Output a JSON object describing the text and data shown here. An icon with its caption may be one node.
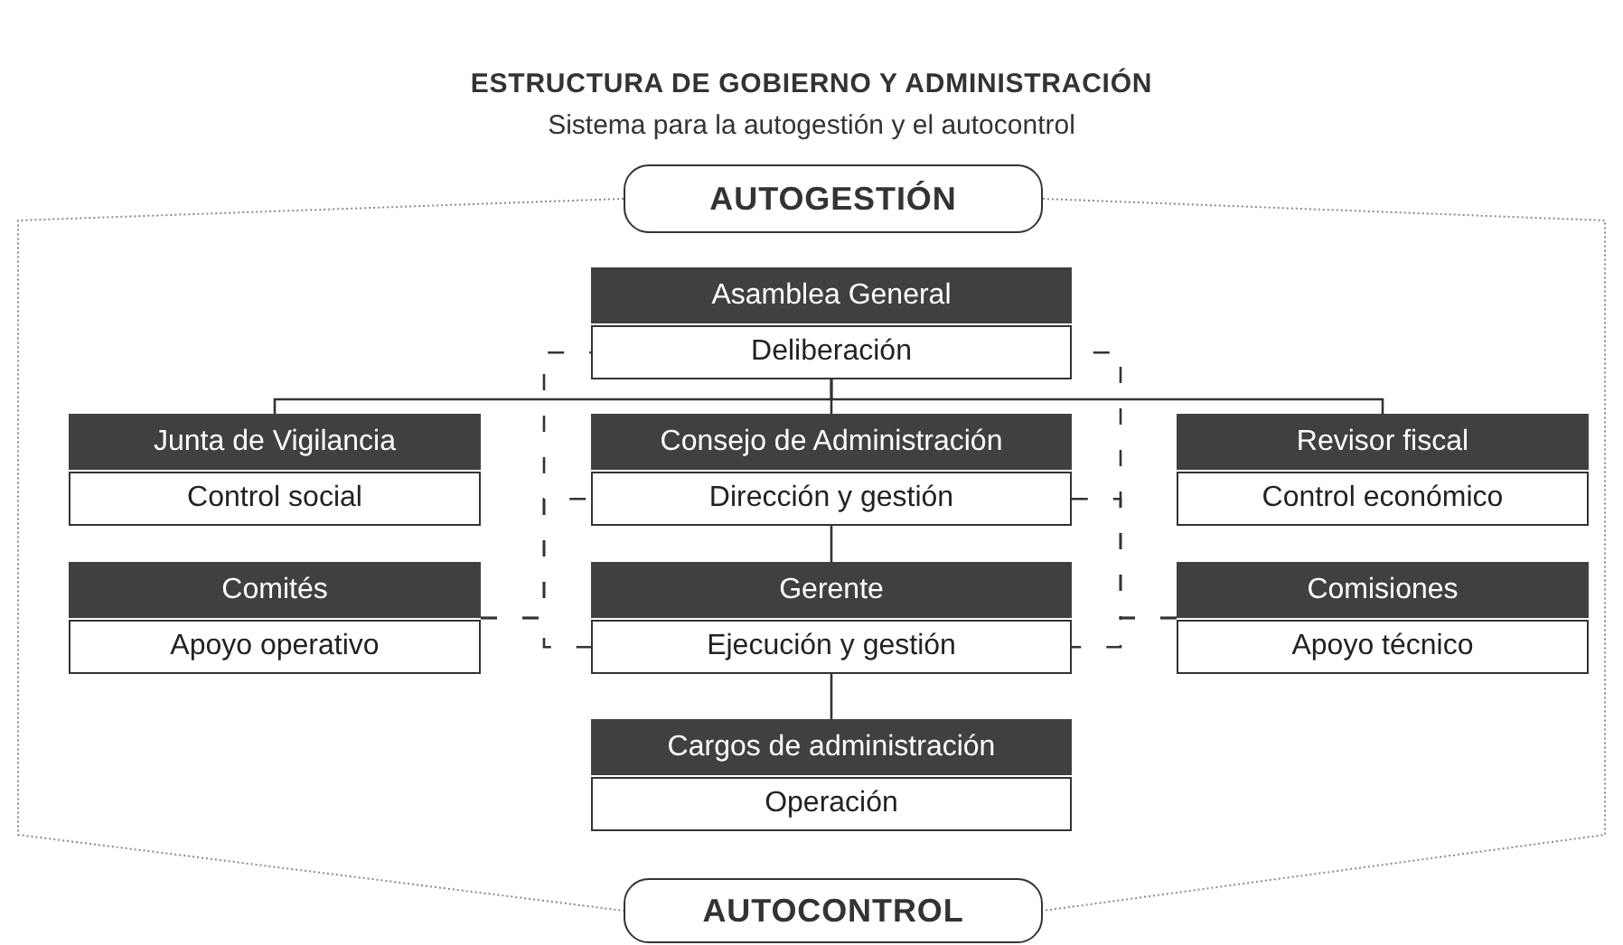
{
  "diagram": {
    "title": "ESTRUCTURA DE GOBIERNO Y ADMINISTRACIÓN",
    "caption": "Sistema para la autogestión y el autocontrol",
    "nodes": [
      {
        "text": [
          "AUTOGESTIÓN"
        ]
      },
      {
        "text": [
          "Asamblea General",
          "Deliberación"
        ]
      },
      {
        "text": [
          "Junta de Vigilancia",
          "Control social"
        ]
      },
      {
        "text": [
          "Consejo de Administración",
          "Dirección y gestión"
        ]
      },
      {
        "text": [
          "Revisor fiscal",
          "Control económico"
        ]
      },
      {
        "text": [
          "Comités",
          "Apoyo operativo"
        ]
      },
      {
        "text": [
          "Gerente",
          "Ejecución y gestión"
        ]
      },
      {
        "text": [
          "Comisiones",
          "Apoyo técnico"
        ]
      },
      {
        "text": [
          "Cargos de administración",
          "Operación"
        ]
      },
      {
        "text": [
          "AUTOCONTROL"
        ]
      }
    ],
    "edges": [
      {
        "from": 1,
        "to": 2,
        "arrow": "none"
      },
      {
        "from": 1,
        "to": 3,
        "arrow": "none"
      },
      {
        "from": 1,
        "to": 4,
        "arrow": "none"
      },
      {
        "from": 3,
        "to": 6,
        "arrow": "none"
      },
      {
        "from": 6,
        "to": 8,
        "arrow": "none"
      },
      {
        "from": 5,
        "to": 1,
        "arrow": "none",
        "style": "dashed"
      },
      {
        "from": 5,
        "to": 3,
        "arrow": "none",
        "style": "dashed"
      },
      {
        "from": 5,
        "to": 6,
        "arrow": "none",
        "style": "dashed"
      },
      {
        "from": 7,
        "to": 1,
        "arrow": "none",
        "style": "dashed"
      },
      {
        "from": 7,
        "to": 3,
        "arrow": "none",
        "style": "dashed"
      },
      {
        "from": 7,
        "to": 6,
        "arrow": "none",
        "style": "dashed"
      },
      {
        "from": 0,
        "to": 9,
        "arrow": "none",
        "style": "dashed",
        "color": "#8a8a8a"
      },
      {
        "from": 0,
        "to": 9,
        "arrow": "none",
        "style": "dashed",
        "color": "#8a8a8a"
      }
    ]
  }
}
